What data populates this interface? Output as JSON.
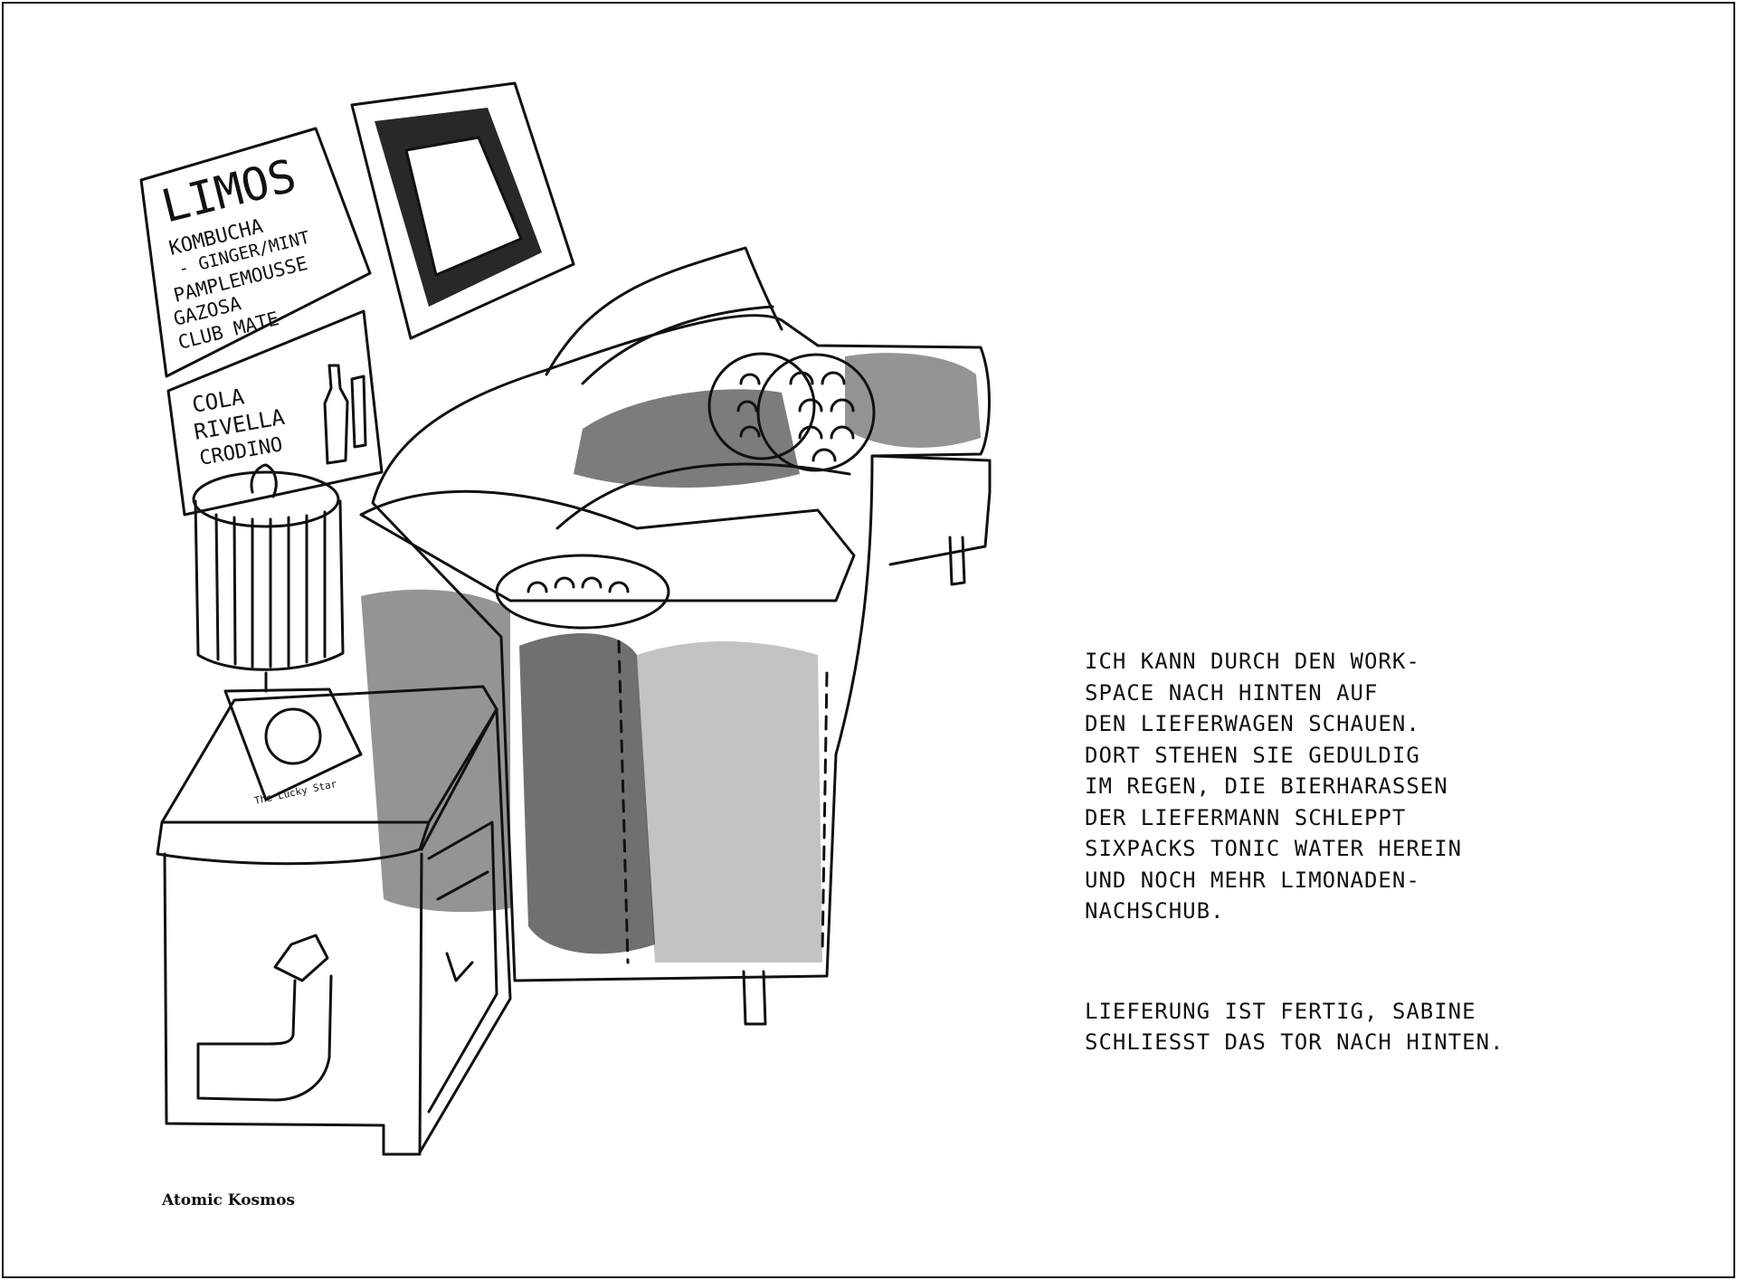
{
  "poster_limos": {
    "heading": "LIMOS",
    "items": [
      "KOMBUCHA",
      "- GINGER/MINT",
      "PAMPLEMOUSSE",
      "GAZOSA",
      "CLUB MATE"
    ]
  },
  "poster_cola": {
    "items": [
      "COLA",
      "RIVELLA",
      "CRODINO"
    ]
  },
  "record_label": "The Lucky Star",
  "story": {
    "paragraph1_lines": [
      "ICH KANN DURCH DEN WORK-",
      "SPACE NACH HINTEN AUF",
      "DEN LIEFERWAGEN SCHAUEN.",
      "DORT STEHEN SIE GEDULDIG",
      "IM REGEN, DIE BIERHARASSEN",
      "DER LIEFERMANN SCHLEPPT",
      "SIXPACKS TONIC WATER HEREIN",
      "UND NOCH MEHR LIMONADEN-",
      "NACHSCHUB."
    ],
    "paragraph2_lines": [
      "LIEFERUNG IST FERTIG, SABINE",
      "SCHLIESST DAS TOR NACH HINTEN."
    ]
  },
  "credit": "Atomic Kosmos",
  "colors": {
    "ink": "#111111",
    "paper": "#ffffff"
  }
}
